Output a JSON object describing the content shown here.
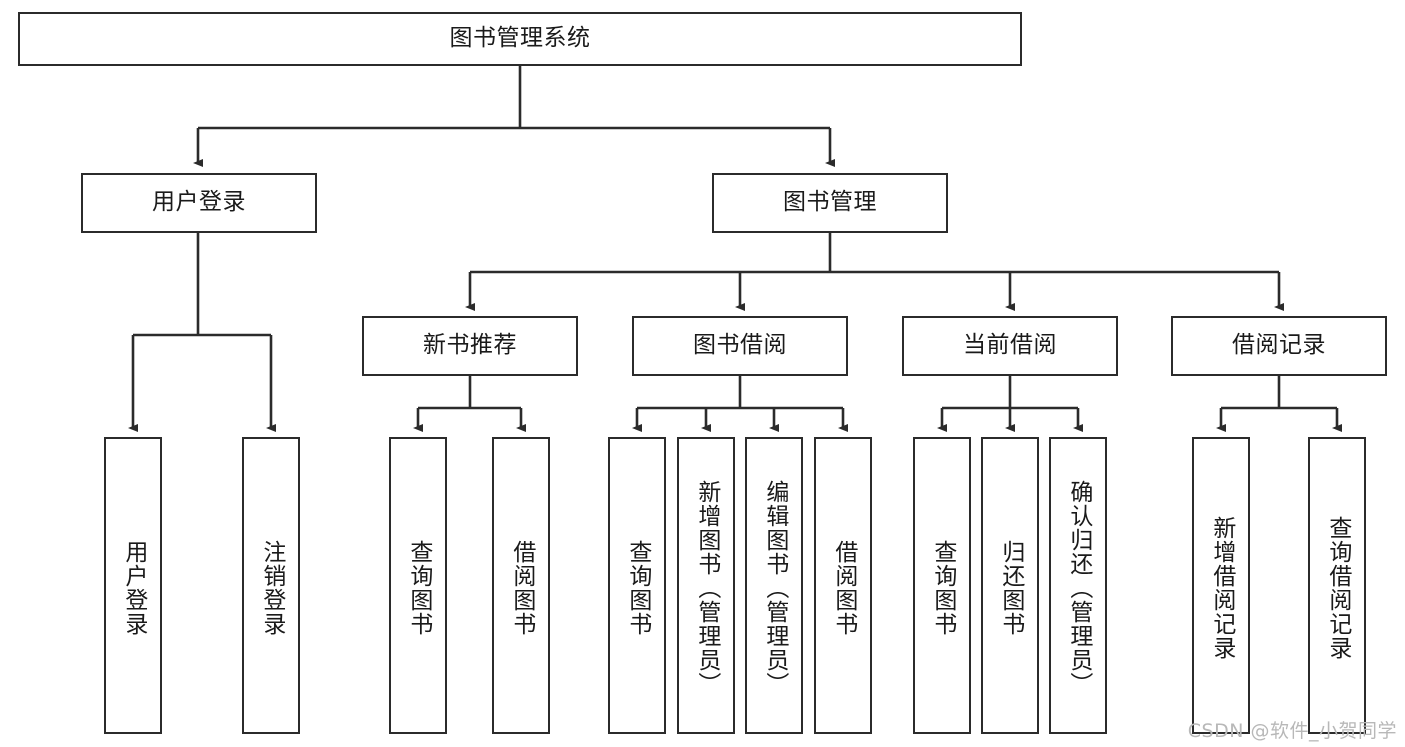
{
  "diagram": {
    "title": "图书管理系统",
    "type": "hierarchy-tree",
    "watermark": "CSDN @软件_小贺同学",
    "colors": {
      "stroke": "#2b2b2b",
      "fill": "#ffffff",
      "text": "#1a1a1a",
      "watermark": "#b8b8b8"
    },
    "root": {
      "label": "图书管理系统"
    },
    "level2": [
      {
        "label": "用户登录"
      },
      {
        "label": "图书管理"
      }
    ],
    "level3": [
      {
        "label": "新书推荐"
      },
      {
        "label": "图书借阅"
      },
      {
        "label": "当前借阅"
      },
      {
        "label": "借阅记录"
      }
    ],
    "leaves_user_login": [
      {
        "label": "用户登录"
      },
      {
        "label": "注销登录"
      }
    ],
    "leaves_new_books": [
      {
        "label": "查询图书"
      },
      {
        "label": "借阅图书"
      }
    ],
    "leaves_borrow": [
      {
        "label": "查询图书"
      },
      {
        "label": "新增图书（管理员）"
      },
      {
        "label": "编辑图书（管理员）"
      },
      {
        "label": "借阅图书"
      }
    ],
    "leaves_current": [
      {
        "label": "查询图书"
      },
      {
        "label": "归还图书"
      },
      {
        "label": "确认归还（管理员）"
      }
    ],
    "leaves_records": [
      {
        "label": "新增借阅记录"
      },
      {
        "label": "查询借阅记录"
      }
    ]
  }
}
